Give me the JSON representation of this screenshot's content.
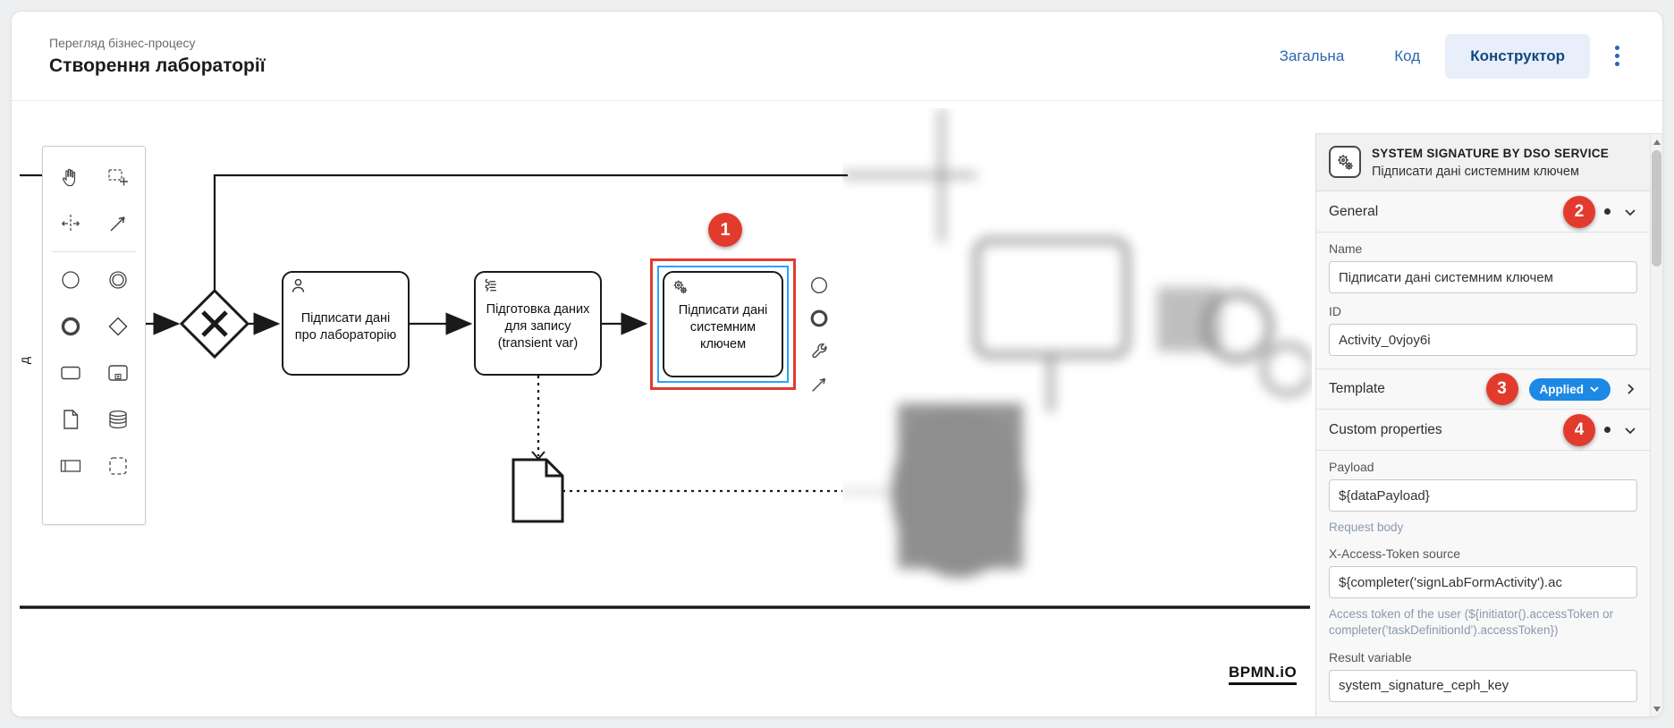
{
  "header": {
    "breadcrumb": "Перегляд бізнес-процесу",
    "title": "Створення лабораторії",
    "tabs": [
      {
        "label": "Загальна",
        "active": false
      },
      {
        "label": "Код",
        "active": false
      },
      {
        "label": "Конструктор",
        "active": true
      }
    ]
  },
  "canvas": {
    "lane_label": "д",
    "tasks": {
      "user_task": "Підписати дані про лабораторію",
      "script_task": "Підготовка даних для запису (transient var)",
      "service_task": "Підписати дані системним ключем"
    },
    "watermark": "BPMN.iO"
  },
  "palette": {
    "items": [
      "hand-tool",
      "lasso-tool",
      "space-tool",
      "global-connect-tool",
      "create-start-event",
      "create-intermediate-event",
      "create-end-event",
      "create-gateway",
      "create-task",
      "create-subprocess",
      "create-data-object",
      "create-data-store",
      "create-participant",
      "create-group"
    ]
  },
  "context_pad": {
    "items": [
      "append-event-icon",
      "append-end-event-icon",
      "wrench-icon",
      "connect-icon"
    ]
  },
  "annotations": {
    "n1": "1",
    "n2": "2",
    "n3": "3",
    "n4": "4"
  },
  "panel": {
    "title": "SYSTEM SIGNATURE BY DSO SERVICE",
    "subtitle": "Підписати дані системним ключем",
    "general": {
      "label": "General",
      "name_label": "Name",
      "name_value": "Підписати дані системним ключем",
      "id_label": "ID",
      "id_value": "Activity_0vjoy6i"
    },
    "template": {
      "label": "Template",
      "applied_label": "Applied"
    },
    "custom": {
      "label": "Custom properties",
      "payload_label": "Payload",
      "payload_value": "${dataPayload}",
      "payload_help": "Request body",
      "token_label": "X-Access-Token source",
      "token_value": "${completer('signLabFormActivity').ac",
      "token_help": "Access token of the user (${initiator().accessToken or completer('taskDefinitionId').accessToken})",
      "result_label": "Result variable",
      "result_value": "system_signature_ceph_key"
    }
  },
  "colors": {
    "annotation_red": "#e23b2e",
    "selection_blue": "#29a3ff",
    "pill_blue": "#1e88e5",
    "tab_active_bg": "#e8effb"
  }
}
